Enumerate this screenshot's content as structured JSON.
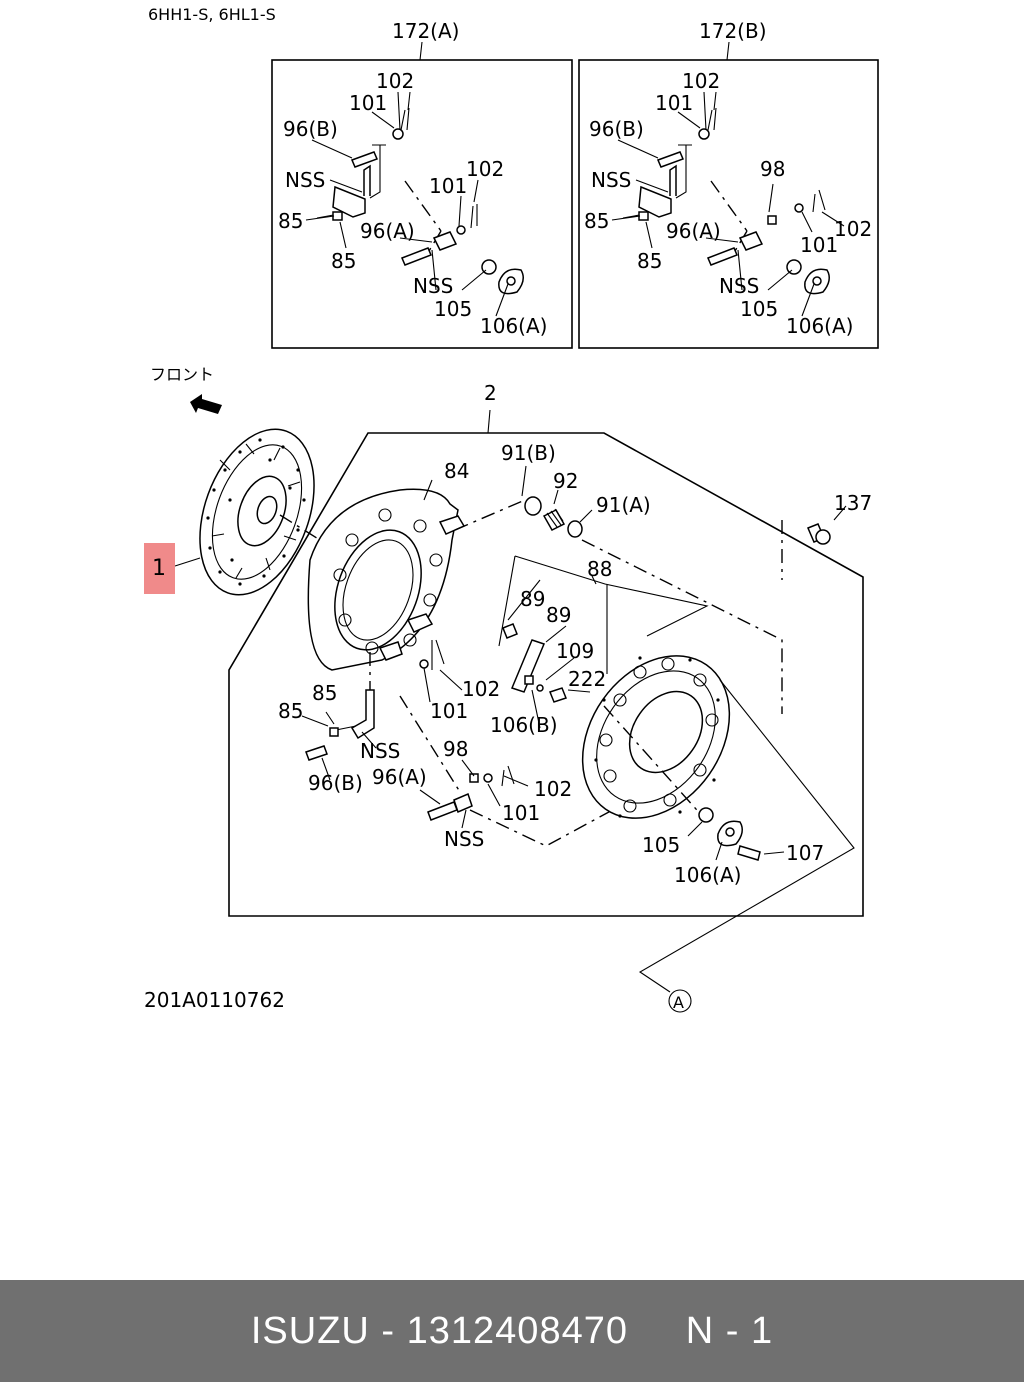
{
  "header": {
    "models": "6HH1-S, 6HL1-S"
  },
  "inset_a": {
    "title": "172(A)",
    "labels": [
      "102",
      "101",
      "96(B)",
      "NSS",
      "101",
      "102",
      "85",
      "96(A)",
      "85",
      "NSS",
      "105",
      "106(A)"
    ]
  },
  "inset_b": {
    "title": "172(B)",
    "labels": [
      "102",
      "101",
      "96(B)",
      "NSS",
      "98",
      "85",
      "96(A)",
      "101",
      "102",
      "85",
      "NSS",
      "105",
      "106(A)"
    ]
  },
  "main": {
    "front_label": "フロント",
    "highlight_label": "1",
    "labels": [
      "2",
      "84",
      "91(B)",
      "92",
      "91(A)",
      "137",
      "88",
      "89",
      "89",
      "109",
      "222",
      "102",
      "101",
      "106(B)",
      "85",
      "85",
      "NSS",
      "96(B)",
      "96(A)",
      "98",
      "102",
      "101",
      "NSS",
      "105",
      "107",
      "106(A)",
      "A"
    ]
  },
  "diagram_code": "201A0110762",
  "footer": {
    "brand": "ISUZU",
    "separator": " - ",
    "part_number": "1312408470",
    "gap": "     ",
    "ref": "N - 1"
  }
}
